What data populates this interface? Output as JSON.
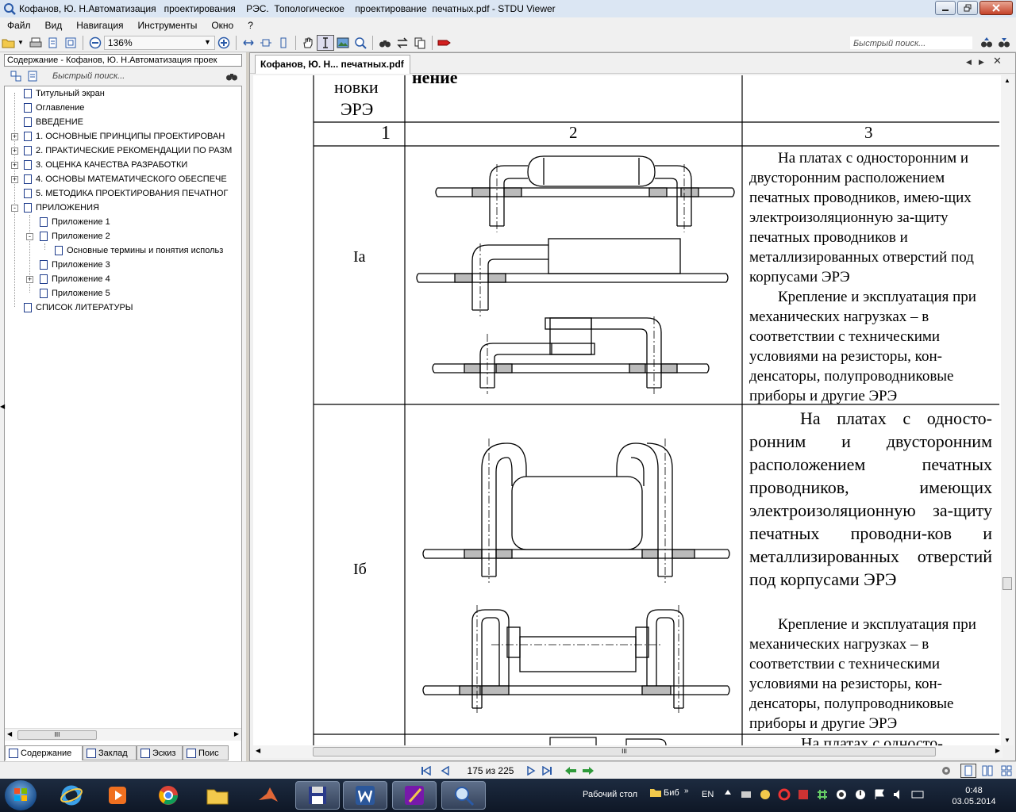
{
  "window": {
    "title": "Кофанов, Ю. Н.Автоматизация   проектирования    РЭС.  Топологическое    проектирование  печатных.pdf - STDU Viewer"
  },
  "menu": [
    "Файл",
    "Вид",
    "Навигация",
    "Инструменты",
    "Окно",
    "?"
  ],
  "toolbar": {
    "zoom": "136%",
    "quick_search_placeholder": "Быстрый поиск..."
  },
  "left_panel": {
    "doc_title": "Содержание - Кофанов, Ю. Н.Автоматизация   проек",
    "search_placeholder": "Быстрый поиск...",
    "tree": [
      {
        "label": "Титульный экран",
        "level": 0,
        "expander": ""
      },
      {
        "label": "Оглавление",
        "level": 0,
        "expander": ""
      },
      {
        "label": "ВВЕДЕНИЕ",
        "level": 0,
        "expander": ""
      },
      {
        "label": "1. ОСНОВНЫЕ  ПРИНЦИПЫ  ПРОЕКТИРОВАН",
        "level": 0,
        "expander": "+"
      },
      {
        "label": "2. ПРАКТИЧЕСКИЕ РЕКОМЕНДАЦИИ ПО РАЗМ",
        "level": 0,
        "expander": "+"
      },
      {
        "label": "3. ОЦЕНКА КАЧЕСТВА РАЗРАБОТКИ",
        "level": 0,
        "expander": "+"
      },
      {
        "label": "4. ОСНОВЫ  МАТЕМАТИЧЕСКОГО  ОБЕСПЕЧЕ",
        "level": 0,
        "expander": "+"
      },
      {
        "label": "5. МЕТОДИКА ПРОЕКТИРОВАНИЯ ПЕЧАТНОГ",
        "level": 0,
        "expander": ""
      },
      {
        "label": "ПРИЛОЖЕНИЯ",
        "level": 0,
        "expander": "-"
      },
      {
        "label": "Приложение 1",
        "level": 1,
        "expander": ""
      },
      {
        "label": "Приложение 2",
        "level": 1,
        "expander": "-"
      },
      {
        "label": "Основные термины и понятия использ",
        "level": 2,
        "expander": ""
      },
      {
        "label": "Приложение 3",
        "level": 1,
        "expander": ""
      },
      {
        "label": "Приложение 4",
        "level": 1,
        "expander": "+"
      },
      {
        "label": "Приложение 5",
        "level": 1,
        "expander": ""
      },
      {
        "label": "СПИСОК  ЛИТЕРАТУРЫ",
        "level": 0,
        "expander": ""
      }
    ],
    "tabs": [
      "Содержание",
      "Заклад",
      "Эскиз",
      "Поис"
    ]
  },
  "document": {
    "tab_label": "Кофанов, Ю. Н...  печатных.pdf",
    "header_col1_line1": "новки",
    "header_col1_line2": "ЭРЭ",
    "header_col2": "нение",
    "col_numbers": [
      "1",
      "2",
      "3"
    ],
    "rows": [
      {
        "id": "Iа",
        "text_p1": "На платах с односторонним и двусторонним расположением печатных проводников, имею-щих электроизоляционную за-щиту печатных проводников и металлизированных отверстий под корпусами ЭРЭ",
        "text_p2": "Крепление  и эксплуатация при механических нагрузках – в соответствии с техническими условиями на резисторы, кон-денсаторы, полупроводниковые приборы и другие ЭРЭ"
      },
      {
        "id": "Iб",
        "text_p1": "На платах с односто-ронним и двусторонним расположением печатных проводников, имеющих электроизоляционную за-щиту печатных проводни-ков и металлизированных отверстий под корпусами ЭРЭ",
        "text_p2": "Крепление и эксплуатация при механических нагрузках – в соответствии с техническими условиями на резисторы, кон-денсаторы, полупроводниковые приборы и другие ЭРЭ"
      }
    ],
    "next_row_partial": "На  платах  с односто-"
  },
  "status": {
    "page_counter": "175 из 225"
  },
  "taskbar": {
    "desktop_label": "Рабочий стол",
    "folder_label": "Биб",
    "lang": "EN",
    "time": "0:48",
    "date": "03.05.2014"
  }
}
